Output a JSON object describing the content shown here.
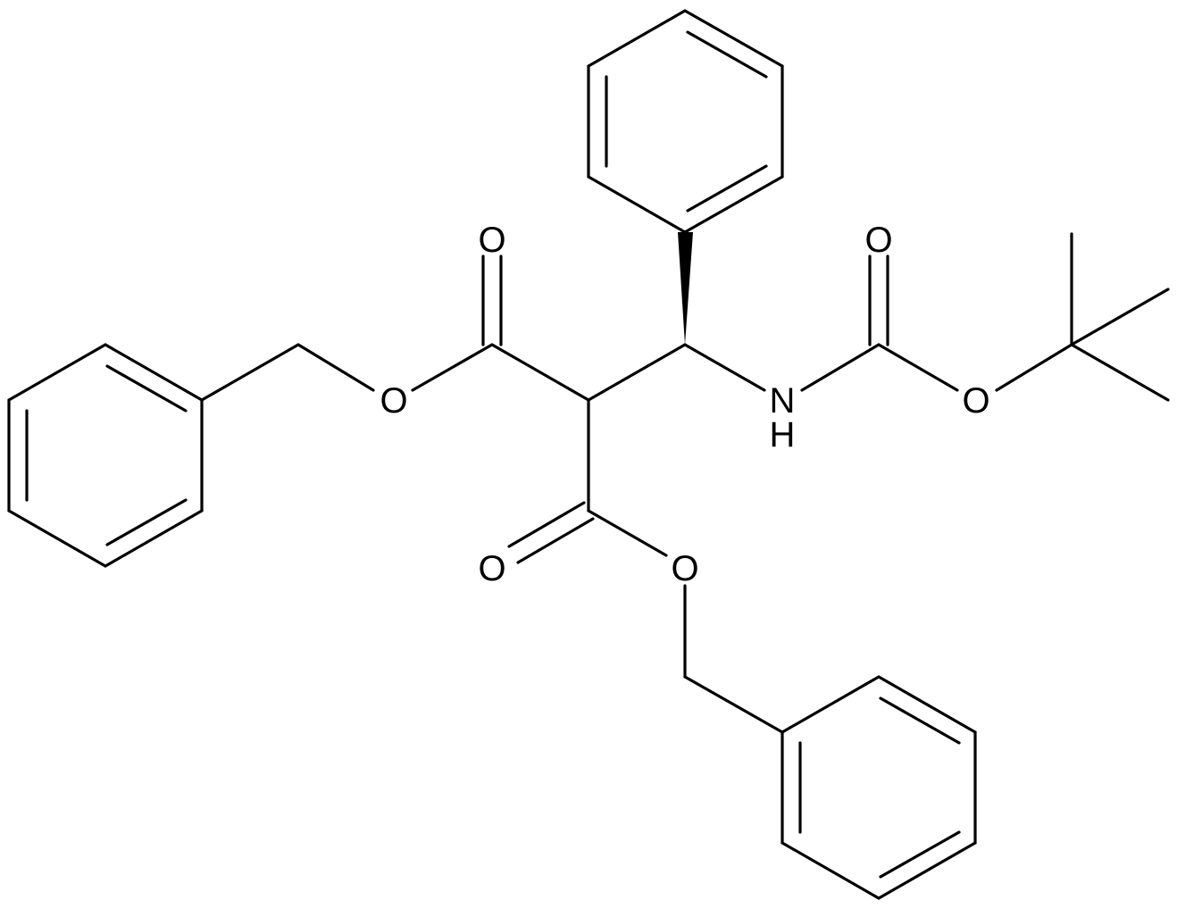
{
  "molecule": {
    "atom_labels": {
      "o_ester1_carbonyl": "O",
      "o_ester1_ether": "O",
      "o_ester2_carbonyl": "O",
      "o_ester2_ether": "O",
      "o_boc_carbonyl": "O",
      "o_boc_ether": "O",
      "n_amide": "N",
      "h_amide": "H"
    },
    "colors": {
      "bond": "#000000",
      "label": "#000000",
      "background": "#ffffff"
    }
  }
}
